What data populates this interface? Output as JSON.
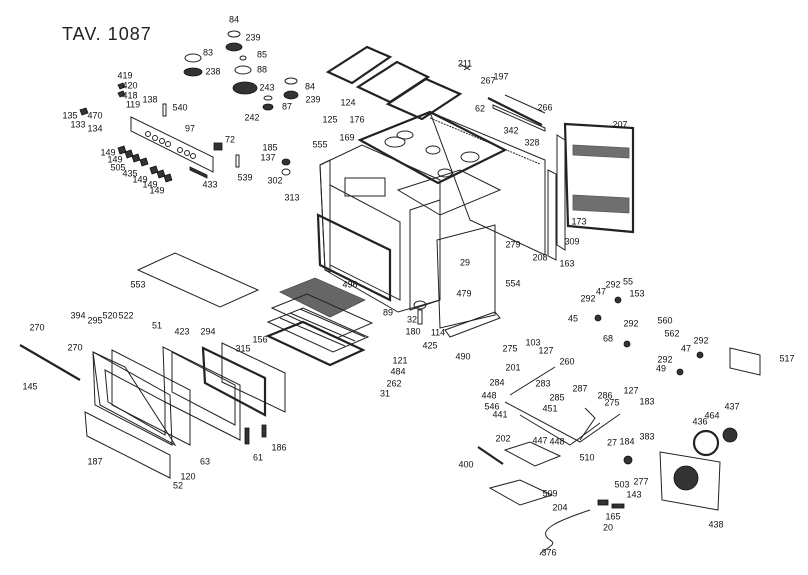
{
  "title": "TAV. 1087",
  "parts": [
    "84",
    "239",
    "83",
    "85",
    "238",
    "88",
    "84",
    "243",
    "239",
    "87",
    "242",
    "419",
    "420",
    "418",
    "138",
    "119",
    "540",
    "135",
    "470",
    "133",
    "134",
    "97",
    "72",
    "185",
    "137",
    "302",
    "539",
    "433",
    "149",
    "149",
    "505",
    "435",
    "149",
    "149",
    "149",
    "555",
    "313",
    "169",
    "176",
    "125",
    "124",
    "211",
    "267",
    "197",
    "62",
    "266",
    "207",
    "342",
    "328",
    "173",
    "309",
    "279",
    "208",
    "163",
    "29",
    "554",
    "479",
    "496",
    "89",
    "32",
    "180",
    "114",
    "425",
    "490",
    "553",
    "121",
    "484",
    "262",
    "31",
    "270",
    "270",
    "145",
    "394",
    "295",
    "520",
    "522",
    "51",
    "423",
    "294",
    "315",
    "156",
    "186",
    "61",
    "63",
    "187",
    "120",
    "52",
    "292",
    "47",
    "292",
    "55",
    "153",
    "45",
    "292",
    "560",
    "562",
    "68",
    "292",
    "47",
    "292",
    "49",
    "517",
    "275",
    "103",
    "127",
    "260",
    "201",
    "284",
    "283",
    "448",
    "546",
    "441",
    "287",
    "285",
    "451",
    "286",
    "275",
    "127",
    "183",
    "447",
    "448",
    "27",
    "184",
    "383",
    "436",
    "464",
    "437",
    "202",
    "510",
    "400",
    "277",
    "509",
    "503",
    "143",
    "204",
    "165",
    "20",
    "438",
    "376"
  ]
}
